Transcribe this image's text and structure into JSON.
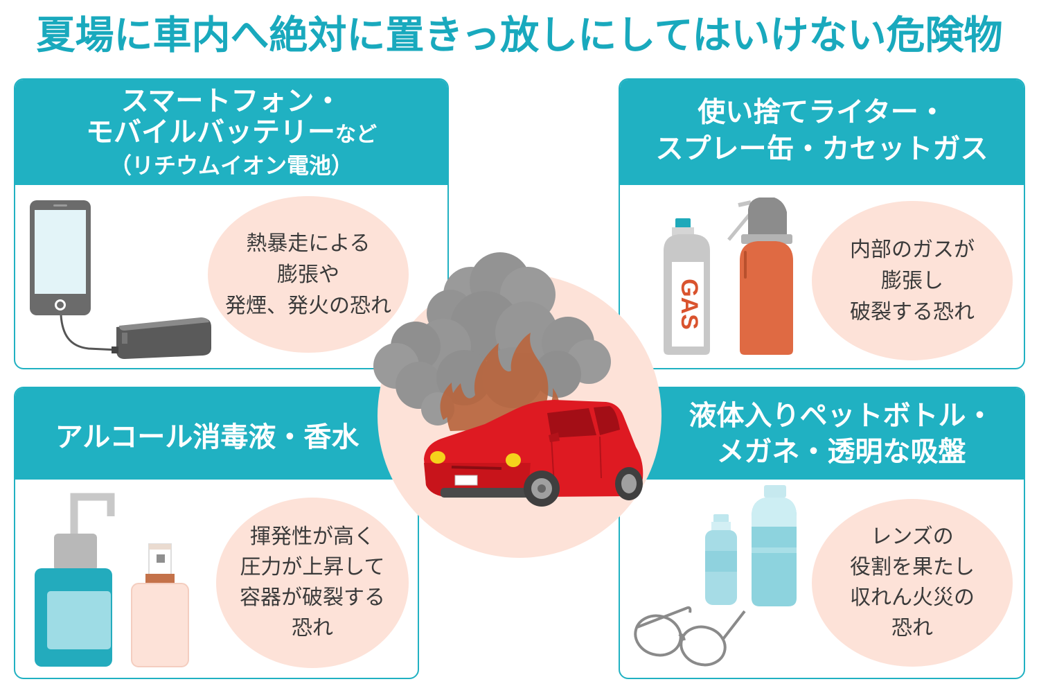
{
  "title": "夏場に車内へ絶対に置きっ放しにしてはいけない危険物",
  "colors": {
    "accent": "#20b1c2",
    "title": "#19a9bd",
    "header_text": "#ffffff",
    "bubble": "#fde2d8",
    "body_text": "#3a3a3a",
    "car": "#de1a22",
    "smoke": "#8f8f8f",
    "flame": "#b8663f"
  },
  "panels": {
    "smartphone": {
      "header": {
        "line1": "スマートフォン・",
        "line2": "モバイルバッテリー",
        "line2_suffix": "など",
        "line3": "（リチウムイオン電池）"
      },
      "risk": [
        "熱暴走による",
        "膨張や",
        "発煙、発火の恐れ"
      ],
      "icons": [
        "smartphone-icon",
        "power-bank-icon"
      ]
    },
    "gas": {
      "header": [
        "使い捨てライター・",
        "スプレー缶・カセットガス"
      ],
      "risk": [
        "内部のガスが",
        "膨張し",
        "破裂する恐れ"
      ],
      "can_label": "GAS",
      "icons": [
        "gas-canister-icon",
        "spray-can-icon"
      ]
    },
    "alcohol": {
      "header": [
        "アルコール消毒液・香水"
      ],
      "risk": [
        "揮発性が高く",
        "圧力が上昇して",
        "容器が破裂する",
        "恐れ"
      ],
      "icons": [
        "sanitizer-pump-bottle-icon",
        "perfume-bottle-icon"
      ]
    },
    "liquid": {
      "header": [
        "液体入りペットボトル・",
        "メガネ・透明な吸盤"
      ],
      "risk": [
        "レンズの",
        "役割を果たし",
        "収れん火災の",
        "恐れ"
      ],
      "icons": [
        "plastic-bottles-icon",
        "eyeglasses-icon"
      ]
    }
  },
  "center": {
    "icon": "burning-car-icon"
  }
}
